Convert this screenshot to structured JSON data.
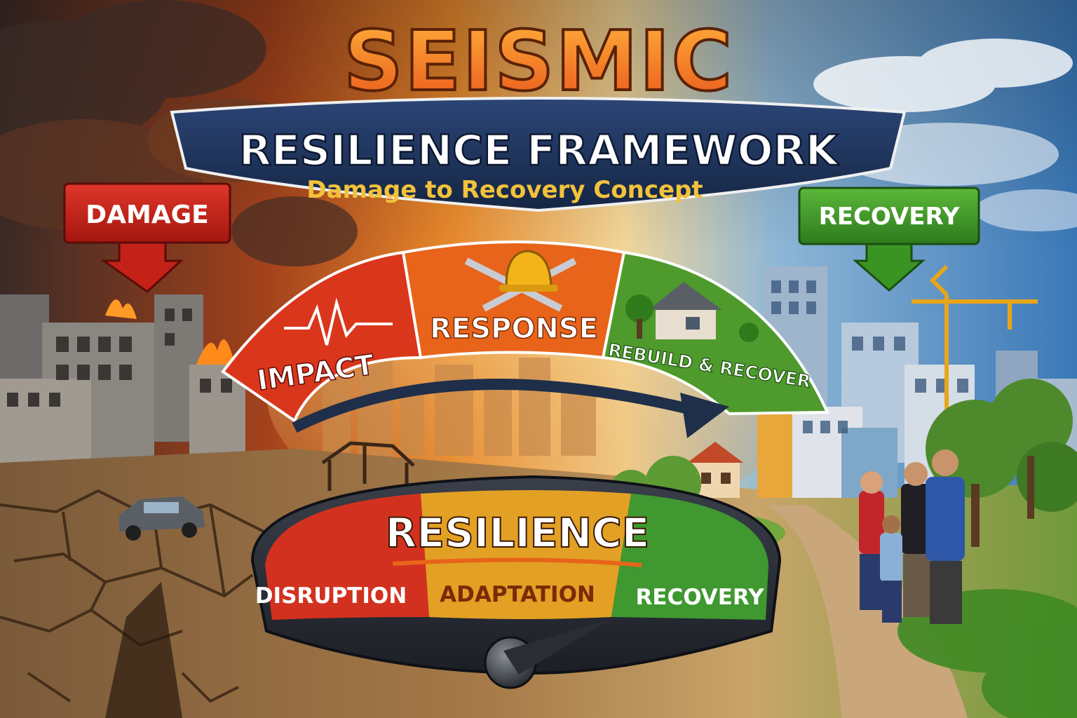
{
  "title": {
    "main": "SEISMIC",
    "sub": "RESILIENCE FRAMEWORK",
    "tagline": "Damage to Recovery Concept"
  },
  "banners": {
    "damage": "DAMAGE",
    "recovery": "RECOVERY"
  },
  "arc_stages": [
    {
      "label": "IMPACT",
      "icon": "heartbeat-icon",
      "color": "#d9361c"
    },
    {
      "label": "RESPONSE",
      "icon": "hardhat-wrench-icon",
      "color": "#e8641a"
    },
    {
      "label": "REBUILD & RECOVER",
      "icon": "house-tree-icon",
      "color": "#4e9a2c"
    }
  ],
  "gauge": {
    "title": "RESILIENCE",
    "segments": [
      {
        "label": "DISRUPTION",
        "color": "#d3311f"
      },
      {
        "label": "ADAPTATION",
        "color": "#e2a024"
      },
      {
        "label": "RECOVERY",
        "color": "#3f9830"
      }
    ]
  },
  "colors": {
    "damage_red": "#c9221a",
    "recovery_green": "#3f9a2b",
    "title_orange": "#f07a18",
    "title_navy": "#1f3358",
    "tagline_gold": "#f3c23a"
  }
}
